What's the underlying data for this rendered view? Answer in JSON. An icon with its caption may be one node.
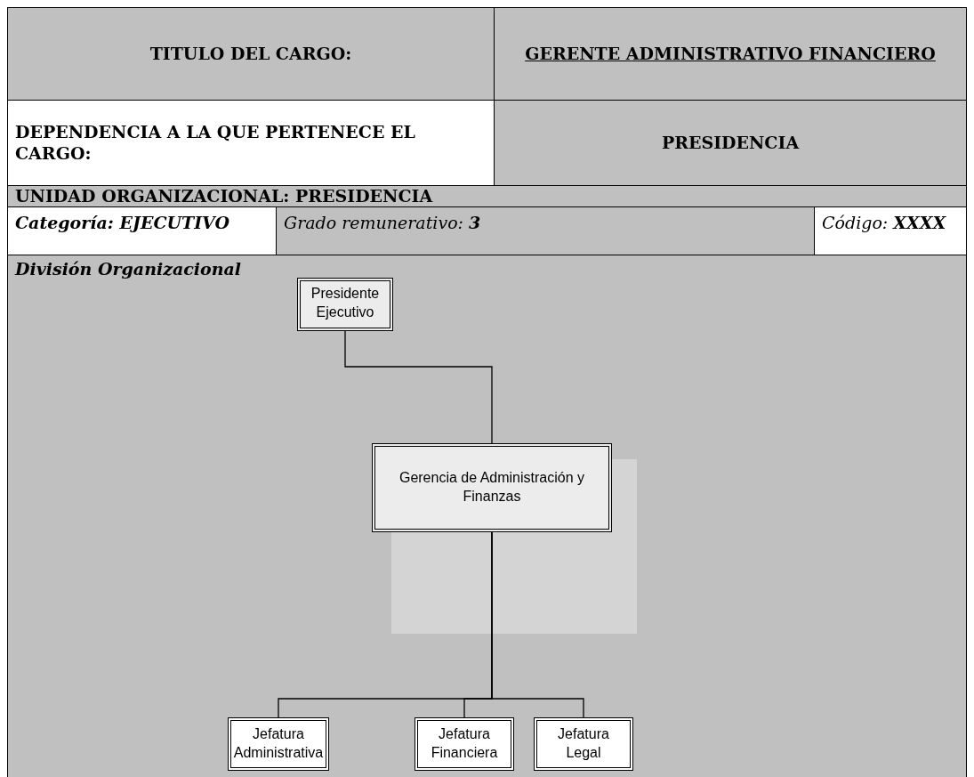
{
  "diagram": {
    "nodes": [
      {
        "text": [
          "Presidente Ejecutivo"
        ]
      },
      {
        "text": [
          "Gerencia de Administración y Finanzas"
        ]
      },
      {
        "text": [
          "Jefatura Administrativa"
        ]
      },
      {
        "text": [
          "Jefatura Financiera"
        ]
      },
      {
        "text": [
          "Jefatura Legal"
        ]
      }
    ],
    "edges": [
      {
        "from": 0,
        "to": 1,
        "arrow": "none"
      },
      {
        "from": 1,
        "to": 2,
        "arrow": "none"
      },
      {
        "from": 1,
        "to": 3,
        "arrow": "none"
      },
      {
        "from": 1,
        "to": 4,
        "arrow": "none"
      }
    ],
    "labels": [
      "TITULO DEL CARGO:",
      "GERENTE ADMINISTRATIVO FINANCIERO",
      "DEPENDENCIA A LA QUE PERTENECE EL CARGO:",
      "PRESIDENCIA",
      "UNIDAD ORGANIZACIONAL: PRESIDENCIA",
      "Categoría: EJECUTIVO",
      "Grado remunerativo: **3**",
      "Código: **XXXX**",
      "División Organizacional"
    ]
  }
}
